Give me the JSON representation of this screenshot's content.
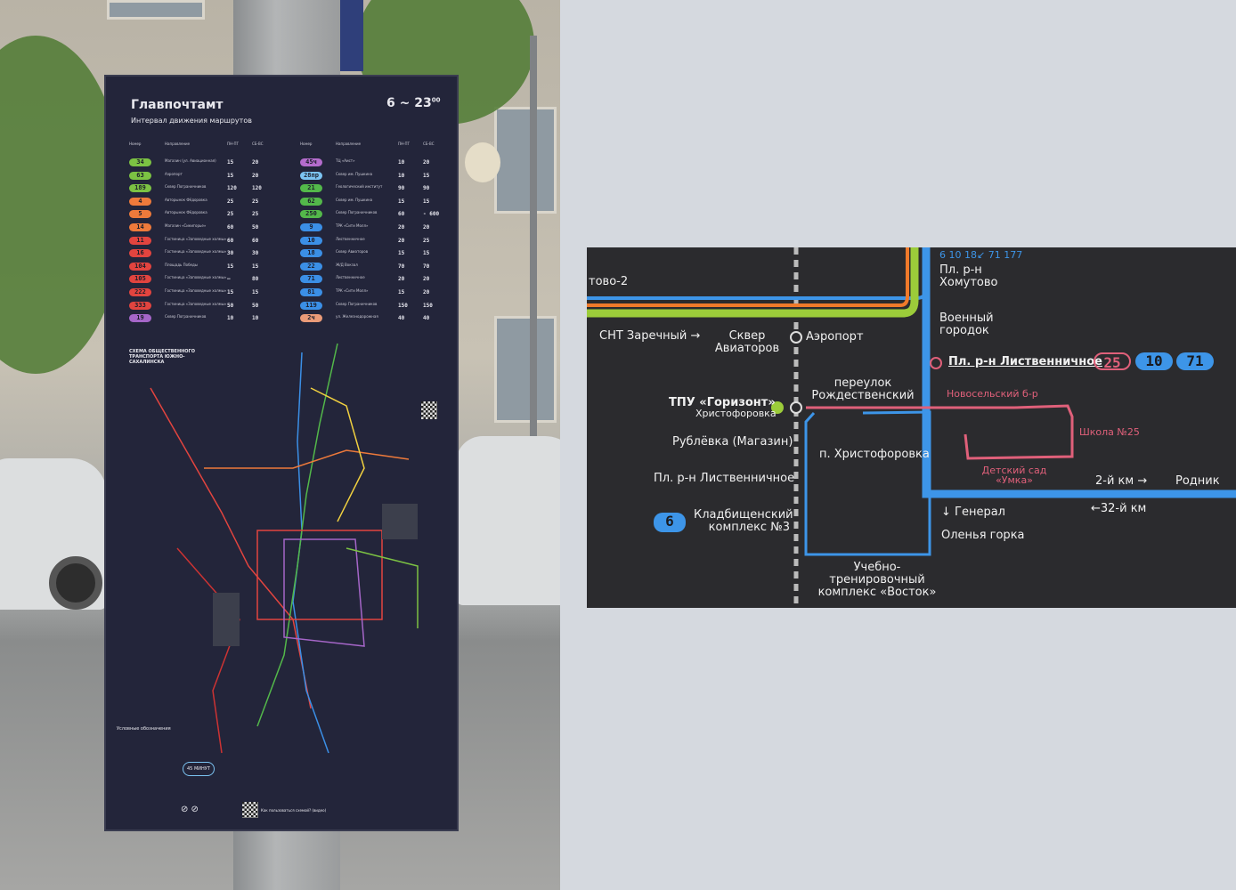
{
  "sign": {
    "stop_name": "Главпочтамт",
    "hours": "6 ~ 23",
    "hours_sup": "00",
    "subtitle": "Интервал движения маршрутов",
    "headers": {
      "number": "Номер",
      "direction": "Направление",
      "weekdays": "ПН-ПТ",
      "weekends": "СБ-ВС"
    },
    "left_routes": [
      {
        "n": "34",
        "dir": "Магазин (ул. Авиационная)",
        "wd": "15",
        "we": "20",
        "color": "#7cc243"
      },
      {
        "n": "63",
        "dir": "Аэропорт",
        "wd": "15",
        "we": "20",
        "color": "#7cc243"
      },
      {
        "n": "189",
        "dir": "Сквер Пограничников",
        "wd": "120",
        "we": "120",
        "color": "#7cc243"
      },
      {
        "n": "4",
        "dir": "Авторынок Фёдоровка",
        "wd": "25",
        "we": "25",
        "color": "#ee7a3b"
      },
      {
        "n": "5",
        "dir": "Авторынок Фёдоровка",
        "wd": "25",
        "we": "25",
        "color": "#ee7a3b"
      },
      {
        "n": "14",
        "dir": "Магазин «Сикигорье»",
        "wd": "60",
        "we": "50",
        "color": "#ee7a3b"
      },
      {
        "n": "11",
        "dir": "Гостиница «Заповедные холмы»",
        "wd": "60",
        "we": "60",
        "color": "#e2443f"
      },
      {
        "n": "16",
        "dir": "Гостиница «Заповедные холмы»",
        "wd": "30",
        "we": "30",
        "color": "#e2443f"
      },
      {
        "n": "104",
        "dir": "Площадь Победы",
        "wd": "15",
        "we": "15",
        "color": "#e2443f"
      },
      {
        "n": "105",
        "dir": "Гостиница «Заповедные холмы»",
        "wd": "–",
        "we": "80",
        "color": "#e2443f"
      },
      {
        "n": "222",
        "dir": "Гостиница «Заповедные холмы»",
        "wd": "15",
        "we": "15",
        "color": "#e2443f"
      },
      {
        "n": "333",
        "dir": "Гостиница «Заповедные холмы»",
        "wd": "50",
        "we": "50",
        "color": "#e2443f"
      },
      {
        "n": "19",
        "dir": "Сквер Пограничников",
        "wd": "10",
        "we": "10",
        "color": "#a566c8"
      }
    ],
    "right_routes": [
      {
        "n": "45ч",
        "dir": "ТЦ «Аист»",
        "wd": "10",
        "we": "20",
        "color": "#b46ccc"
      },
      {
        "n": "28пр",
        "dir": "Сквер им. Пушкина",
        "wd": "10",
        "we": "15",
        "color": "#7cc4f2"
      },
      {
        "n": "21",
        "dir": "Геологический институт",
        "wd": "90",
        "we": "90",
        "color": "#53b84a"
      },
      {
        "n": "62",
        "dir": "Сквер им. Пушкина",
        "wd": "15",
        "we": "15",
        "color": "#53b84a"
      },
      {
        "n": "250",
        "dir": "Сквер Пограничников",
        "wd": "60",
        "we": "- 600",
        "color": "#53b84a"
      },
      {
        "n": "9",
        "dir": "ТРК «Сити Молл»",
        "wd": "20",
        "we": "20",
        "color": "#3b8fe6"
      },
      {
        "n": "10",
        "dir": "Лиственничное",
        "wd": "20",
        "we": "25",
        "color": "#3b8fe6"
      },
      {
        "n": "18",
        "dir": "Сквер Авиаторов",
        "wd": "15",
        "we": "15",
        "color": "#3b8fe6"
      },
      {
        "n": "22",
        "dir": "Ж/Д Вокзал",
        "wd": "70",
        "we": "70",
        "color": "#3b8fe6"
      },
      {
        "n": "71",
        "dir": "Лиственничное",
        "wd": "20",
        "we": "20",
        "color": "#3b8fe6"
      },
      {
        "n": "81",
        "dir": "ТРК «Сити Молл»",
        "wd": "15",
        "we": "20",
        "color": "#3b8fe6"
      },
      {
        "n": "119",
        "dir": "Сквер Пограничников",
        "wd": "150",
        "we": "150",
        "color": "#3b8fe6"
      },
      {
        "n": "2ч",
        "dir": "ул. Железнодорожная",
        "wd": "40",
        "we": "40",
        "color": "#ea9b78"
      }
    ],
    "map_title": "СХЕМА ОБЩЕСТВЕННОГО ТРАНСПОРТА ЮЖНО-САХАЛИНСКА",
    "legend_title": "Условные обозначения",
    "minutes_badge": "45 МИНУТ",
    "how_to_use": "Как пользоваться схемой? (видео)"
  },
  "inset": {
    "stop_top_left": "тово-2",
    "routes_top": "6 10 18↙ 71 177",
    "khomutovo": "Пл. р-н Хомутово",
    "voenny": "Военный городок",
    "snt": "СНТ Заречный →",
    "skver": "Сквер Авиаторов",
    "airport": "Аэропорт",
    "listv_top": "Пл. р-н Лиственничное",
    "badges": [
      {
        "n": "25",
        "color": "#e0607a",
        "outline": true
      },
      {
        "n": "10",
        "color": "#3d95e8"
      },
      {
        "n": "71",
        "color": "#3d95e8"
      }
    ],
    "pereulok": "переулок Рождественский",
    "novoselsky": "Новосельский б-р",
    "tpu": "ТПУ «Горизонт»",
    "tpu_sub": "Христофоровка",
    "shkola": "Школа №25",
    "rublevka": "Рублёвка (Магазин)",
    "khristoforovka": "п. Христофоровка",
    "sad": "Детский сад «Умка»",
    "listv_left": "Пл. р-н Лиственничное",
    "km2": "2-й км →",
    "rodnik": "Родник",
    "km32": "←32-й км",
    "route6": "6",
    "kladb": "Кладбищенский комплекс №3",
    "general": "↓ Генерал",
    "olenya": "Оленья горка",
    "uchebno": "Учебно-тренировочный комплекс «Восток»"
  },
  "colors": {
    "blue": "#3d95e8",
    "green": "#9ccc3a",
    "orange": "#f07a2a",
    "pink": "#e0607a",
    "bg": "#2b2b2e"
  }
}
